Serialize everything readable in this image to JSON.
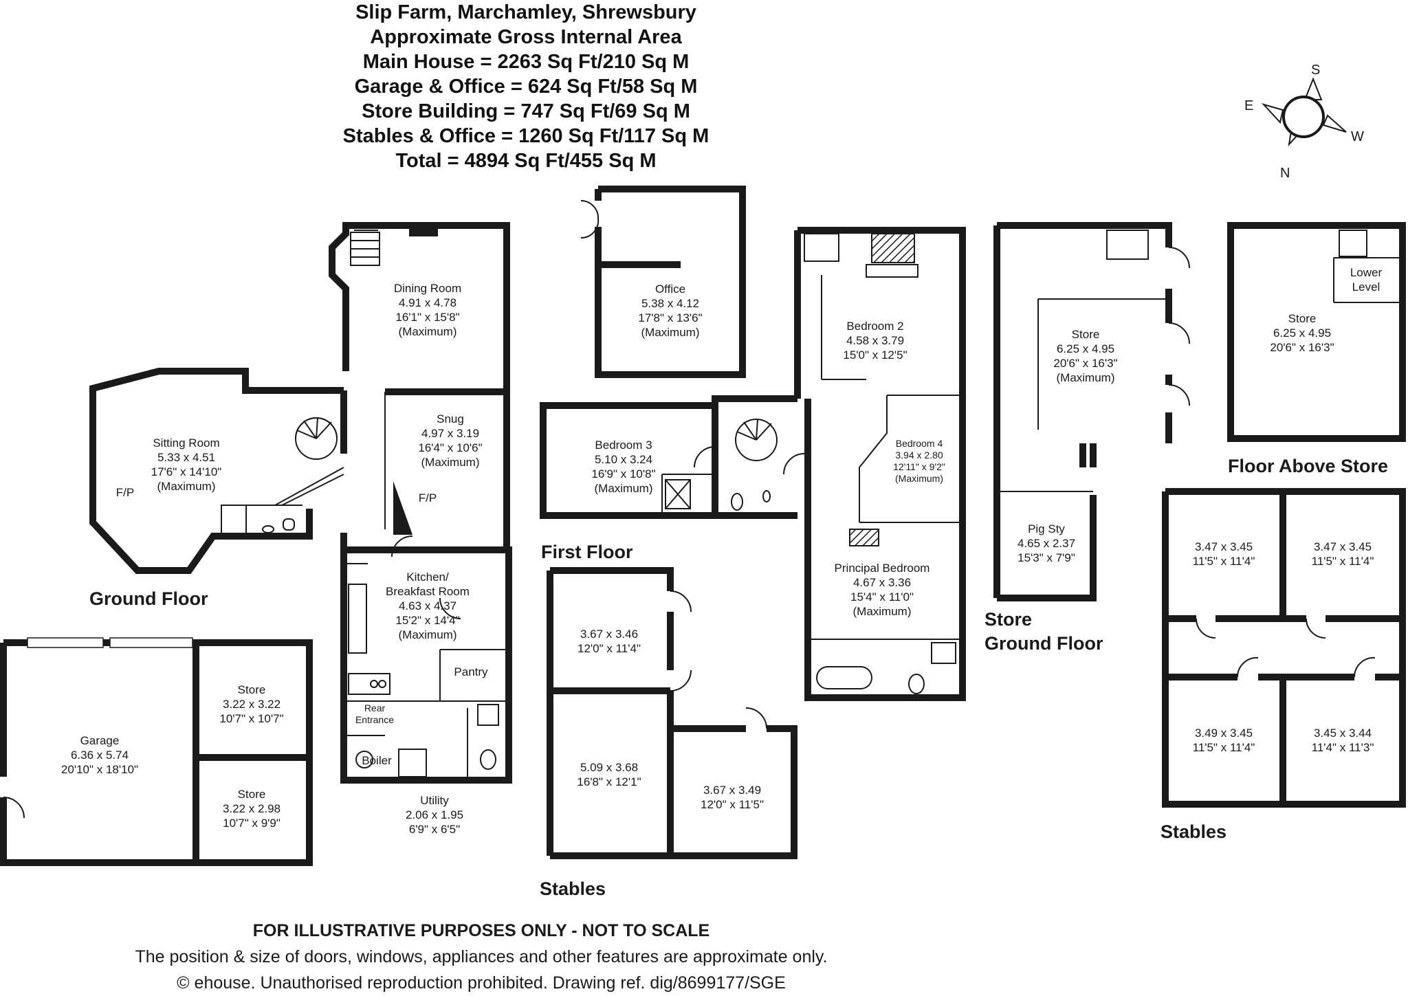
{
  "header": {
    "lines": [
      "Slip Farm, Marchamley, Shrewsbury",
      "Approximate Gross Internal Area",
      "Main House = 2263 Sq Ft/210 Sq M",
      "Garage & Office = 624 Sq Ft/58 Sq M",
      "Store Building = 747 Sq Ft/69 Sq M",
      "Stables & Office = 1260 Sq Ft/117 Sq M",
      "Total = 4894 Sq Ft/455 Sq M"
    ]
  },
  "compass": {
    "s": "S",
    "e": "E",
    "w": "W",
    "n": "N"
  },
  "section_labels": {
    "ground_floor": "Ground Floor",
    "first_floor": "First Floor",
    "stables_center": "Stables",
    "store_ground_1": "Store",
    "store_ground_2": "Ground Floor",
    "floor_above_store": "Floor Above Store",
    "stables_right": "Stables"
  },
  "rooms": {
    "dining": [
      "Dining Room",
      "4.91 x 4.78",
      "16'1\" x 15'8\"",
      "(Maximum)"
    ],
    "sitting": [
      "Sitting Room",
      "5.33 x 4.51",
      "17'6\" x 14'10\"",
      "(Maximum)"
    ],
    "snug": [
      "Snug",
      "4.97 x 3.19",
      "16'4\" x 10'6\"",
      "(Maximum)"
    ],
    "kitchen": [
      "Kitchen/",
      "Breakfast Room",
      "4.63 x 4.37",
      "15'2\" x 14'4\"",
      "(Maximum)"
    ],
    "pantry": [
      "Pantry"
    ],
    "rear_entrance": [
      "Rear",
      "Entrance"
    ],
    "boiler": [
      "Boiler"
    ],
    "utility": [
      "Utility",
      "2.06 x 1.95",
      "6'9\" x 6'5\""
    ],
    "fp_sitting": "F/P",
    "fp_snug": "F/P",
    "garage": [
      "Garage",
      "6.36 x 5.74",
      "20'10\" x 18'10\""
    ],
    "garage_store1": [
      "Store",
      "3.22 x 3.22",
      "10'7\" x 10'7\""
    ],
    "garage_store2": [
      "Store",
      "3.22 x 2.98",
      "10'7\" x 9'9\""
    ],
    "office": [
      "Office",
      "5.38 x 4.12",
      "17'8\" x 13'6\"",
      "(Maximum)"
    ],
    "bedroom2": [
      "Bedroom 2",
      "4.58 x 3.79",
      "15'0\" x 12'5\""
    ],
    "bedroom3": [
      "Bedroom 3",
      "5.10 x 3.24",
      "16'9\" x 10'8\"",
      "(Maximum)"
    ],
    "bedroom4": [
      "Bedroom 4",
      "3.94 x 2.80",
      "12'11\" x 9'2\"",
      "(Maximum)"
    ],
    "principal": [
      "Principal Bedroom",
      "4.67 x 3.36",
      "15'4\" x 11'0\"",
      "(Maximum)"
    ],
    "stable_c1": [
      "3.67 x 3.46",
      "12'0\" x 11'4\""
    ],
    "stable_c2": [
      "5.09 x 3.68",
      "16'8\" x 12'1\""
    ],
    "stable_c3": [
      "3.67 x 3.49",
      "12'0\" x 11'5\""
    ],
    "store_ground": [
      "Store",
      "6.25 x 4.95",
      "20'6\" x 16'3\"",
      "(Maximum)"
    ],
    "pig_sty": [
      "Pig Sty",
      "4.65 x 2.37",
      "15'3\" x 7'9\""
    ],
    "store_above": [
      "Store",
      "6.25 x 4.95",
      "20'6\" x 16'3\""
    ],
    "lower_level": [
      "Lower",
      "Level"
    ],
    "stable_r1": [
      "3.47 x 3.45",
      "11'5\" x 11'4\""
    ],
    "stable_r2": [
      "3.47 x 3.45",
      "11'5\" x 11'4\""
    ],
    "stable_r3": [
      "3.49 x 3.45",
      "11'5\" x 11'4\""
    ],
    "stable_r4": [
      "3.45 x 3.44",
      "11'4\" x 11'3\""
    ]
  },
  "footer": {
    "line1": "FOR ILLUSTRATIVE PURPOSES ONLY - NOT TO SCALE",
    "line2": "The position & size of doors, windows, appliances and other features are approximate only.",
    "line3": "© ehouse. Unauthorised reproduction prohibited. Drawing ref. dig/8699177/SGE"
  }
}
